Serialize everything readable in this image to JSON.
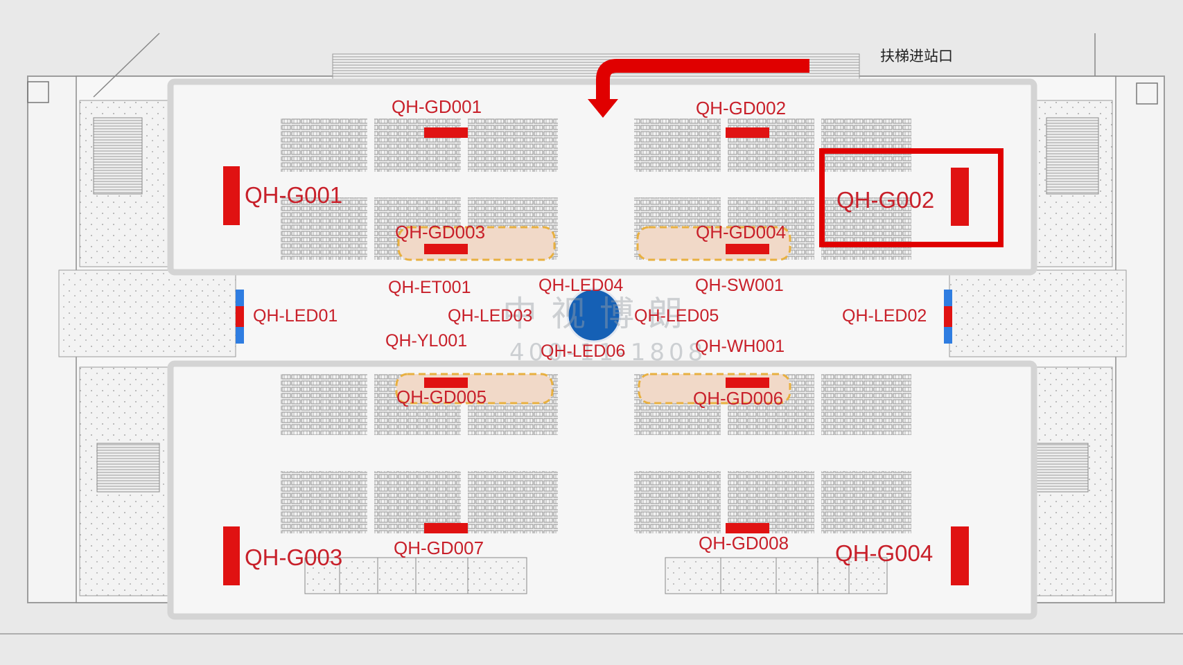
{
  "entrance_label": "扶梯进站口",
  "watermark": {
    "text": "中视博朗",
    "phone": "400-11-1808"
  },
  "colors": {
    "background": "#e9e9e9",
    "floorplan": "#f6f6f6",
    "ad_slot": "#e01212",
    "label": "#c8202a",
    "highlight": "#e00000",
    "zone_fill": "#f1d9c8",
    "zone_border": "#e8b040",
    "led_blue": "#2f7de1",
    "logo_blue": "#1560b5"
  },
  "labels": {
    "g001": "QH-G001",
    "g002": "QH-G002",
    "g003": "QH-G003",
    "g004": "QH-G004",
    "gd001": "QH-GD001",
    "gd002": "QH-GD002",
    "gd003": "QH-GD003",
    "gd004": "QH-GD004",
    "gd005": "QH-GD005",
    "gd006": "QH-GD006",
    "gd007": "QH-GD007",
    "gd008": "QH-GD008",
    "led01": "QH-LED01",
    "led02": "QH-LED02",
    "led03": "QH-LED03",
    "led04": "QH-LED04",
    "led05": "QH-LED05",
    "led06": "QH-LED06",
    "et001": "QH-ET001",
    "sw001": "QH-SW001",
    "yl001": "QH-YL001",
    "wh001": "QH-WH001"
  },
  "highlighted_slot": "QH-G002",
  "icons": [
    "entry-arrow-icon",
    "logo-circle-icon"
  ]
}
